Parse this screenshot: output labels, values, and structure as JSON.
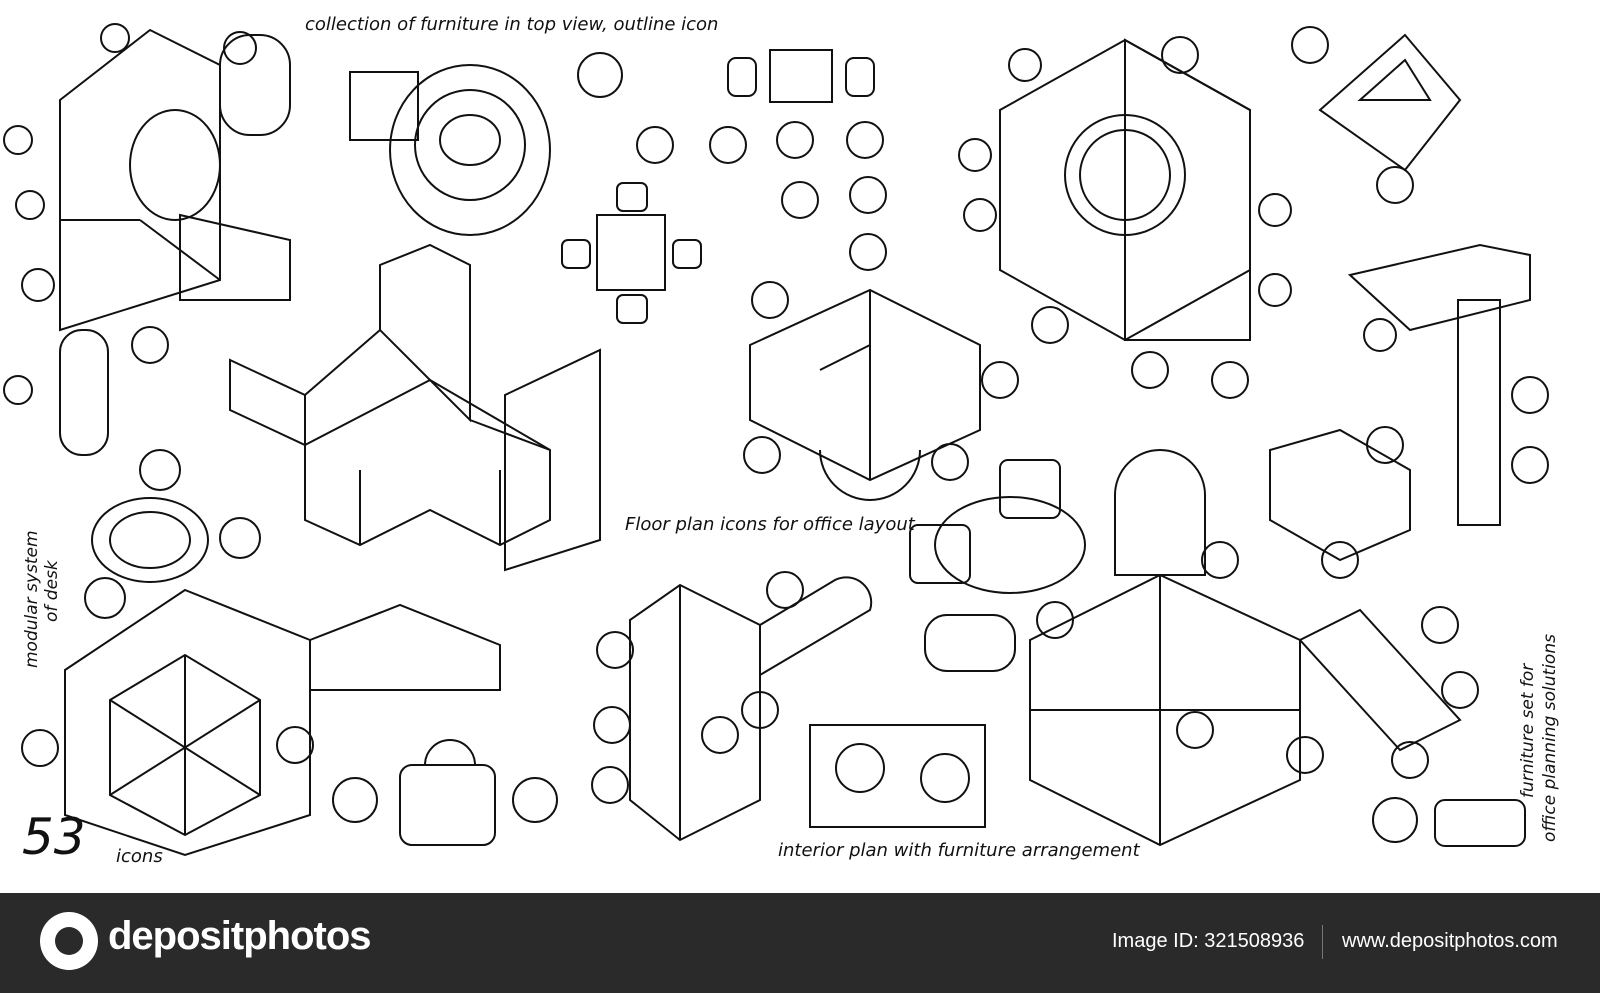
{
  "labels": {
    "top_title": "collection of furniture in top view, outline icon",
    "floor_plan": "Floor plan icons for office layout",
    "interior_plan": "interior plan with furniture arrangement",
    "modular_line1": "modular system",
    "modular_line2": "of desk",
    "furniture_set_line1": "furniture set for",
    "furniture_set_line2": "office planning solutions",
    "count_number": "53",
    "count_label": "icons"
  },
  "footer": {
    "brand": "depositphotos",
    "image_id": "Image ID: 321508936",
    "website": "www.depositphotos.com"
  },
  "icons": {
    "logo": "camera-aperture-logo-icon"
  },
  "colors": {
    "line": "#111111",
    "background": "#ffffff",
    "footer_bg": "#2a2a2a",
    "footer_text": "#ffffff"
  }
}
